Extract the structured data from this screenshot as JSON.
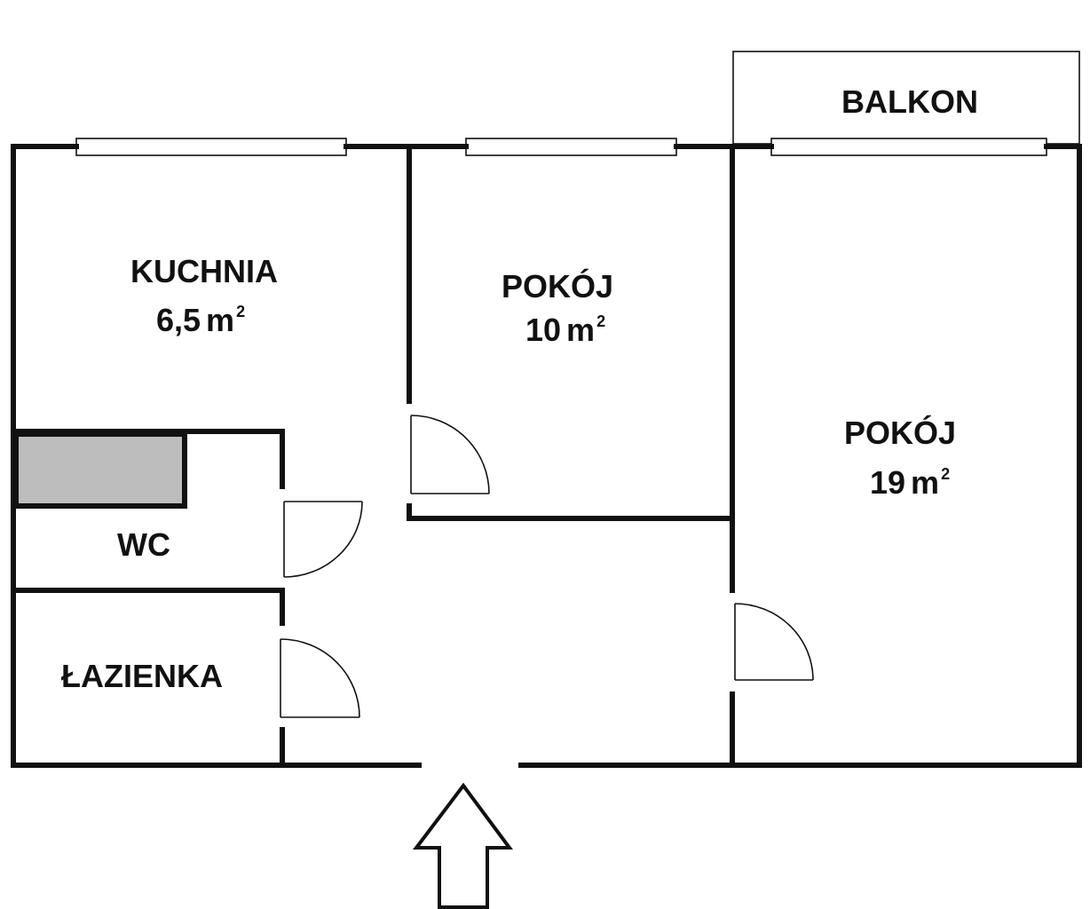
{
  "rooms": {
    "balkon": {
      "name": "BALKON"
    },
    "kuchnia": {
      "name": "KUCHNIA",
      "area": "6,5",
      "unit": "m",
      "sup": "2"
    },
    "pokoj_small": {
      "name": "POKÓJ",
      "area": "10",
      "unit": "m",
      "sup": "2"
    },
    "pokoj_large": {
      "name": "POKÓJ",
      "area": "19",
      "unit": "m",
      "sup": "2"
    },
    "wc": {
      "name": "WC"
    },
    "lazienka": {
      "name": "ŁAZIENKA"
    }
  },
  "colors": {
    "wall": "#111111",
    "shaft_fill": "#bdbdbd",
    "background": "#ffffff"
  },
  "icons": {
    "entrance": "entrance-arrow-icon"
  }
}
